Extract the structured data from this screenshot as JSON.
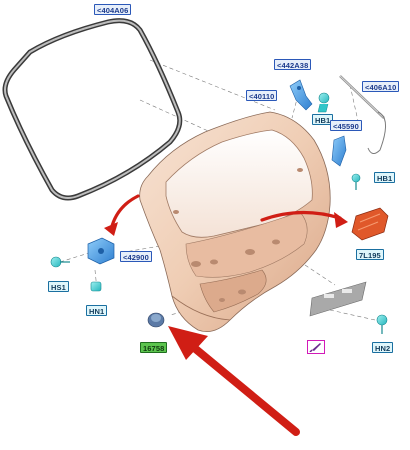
{
  "labels": {
    "weatherstrip": "<404A06",
    "striker_top": "<442A38",
    "strut_top": "<406A10",
    "liftgate": "<40110",
    "hinge_bolt": "HB1",
    "bracket": "<45590",
    "hinge_bolt_right": "HB1",
    "latch": "<42900",
    "lamp": "7L195",
    "hex_screw": "HS1",
    "hex_nut": "HN1",
    "bumper": "16758",
    "hex_nut_2": "HN2"
  },
  "colors": {
    "panel": "#f1d4bf",
    "panel_shadow": "#d8a88c",
    "arrow_red": "#d01e15",
    "part_blue": "#4aa6ea",
    "part_cyan": "#3fd6d8",
    "lamp_orange": "#e0582a"
  },
  "icons": {
    "knife": "knife-icon"
  }
}
